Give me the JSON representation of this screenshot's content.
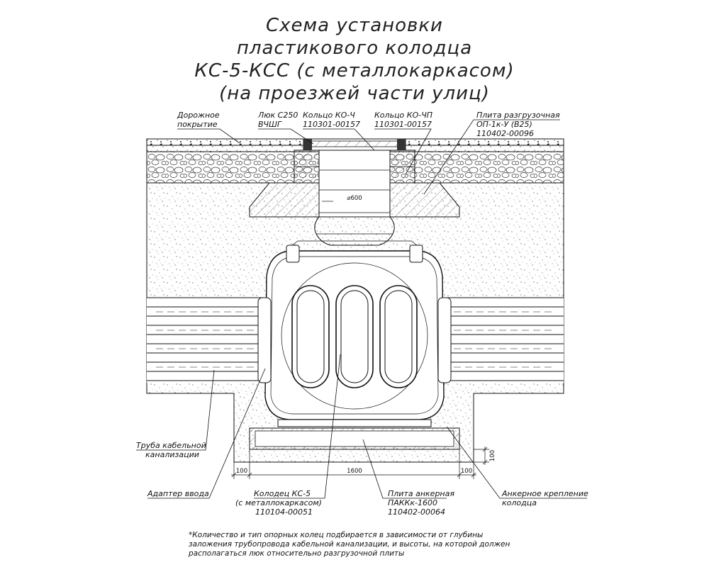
{
  "title": {
    "line1": "Схема установки",
    "line2": "пластикового колодца",
    "line3": "КС-5-КСС (с металлокаркасом)",
    "line4": "(на проезжей части улиц)"
  },
  "labels": {
    "road": {
      "line1": "Дорожное",
      "line2": "покрытие"
    },
    "hatch": {
      "line1": "Люк С250",
      "line2": "ВЧШГ"
    },
    "ring_k0ch": {
      "line1": "Кольцо КО-Ч",
      "line2": "110301-00157"
    },
    "ring_k0chp": {
      "line1": "Кольцо КО-ЧП",
      "line2": "110301-00157"
    },
    "relief_plate": {
      "line1": "Плита разгрузочная",
      "line2": "ОП-1к-У (В25)",
      "line3": "110402-00096"
    },
    "pipe": {
      "line1": "Труба кабельной",
      "line2": "канализации"
    },
    "adapter": {
      "line1": "Адаптер ввода"
    },
    "well": {
      "line1": "Колодец КС-5",
      "line2": "(с металлокаркасом)",
      "line3": "110104-00051"
    },
    "anchor_plate": {
      "line1": "Плита анкерная",
      "line2": "ПАККк-1600",
      "line3": "110402-00064"
    },
    "anchor_fix": {
      "line1": "Анкерное крепление",
      "line2": "колодца"
    }
  },
  "dimensions": {
    "neck_diameter": "⌀600",
    "left_gap": "100",
    "base_width": "1600",
    "right_gap": "100",
    "plate_height": "100"
  },
  "footnote": {
    "line1": "*Количество и тип опорных колец подбирается в зависимости от глубины",
    "line2": "заложения трубопровода кабельной канализации, и высоты, на которой должен",
    "line3": "располагаться люк относительно разгрузочной плиты"
  }
}
